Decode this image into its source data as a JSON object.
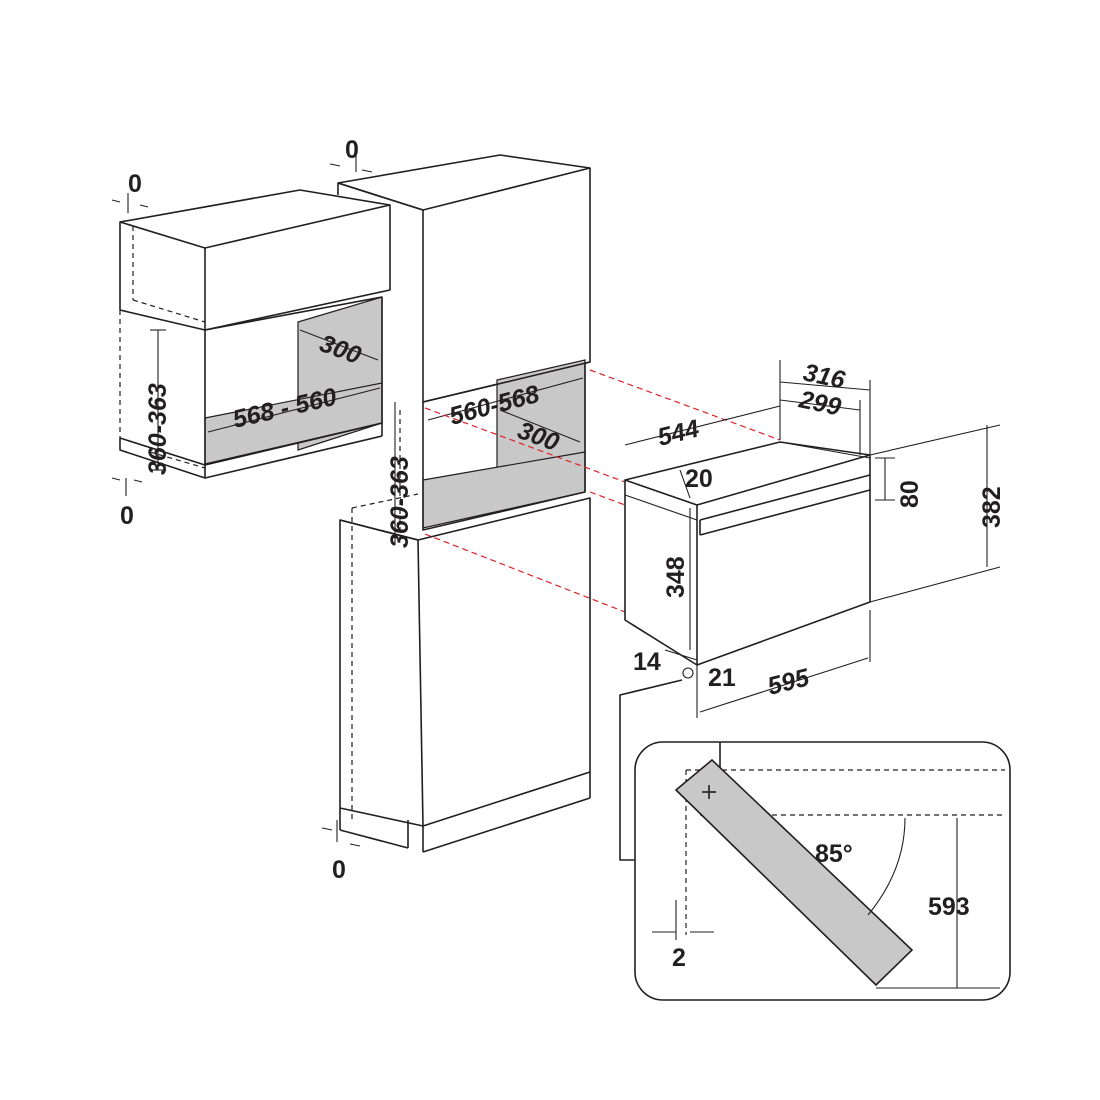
{
  "diagram": {
    "title": "",
    "dimensions": {
      "wall_cab_top_gap": "0",
      "wall_cab_bottom_gap": "0",
      "wall_cab_height": "360-363",
      "wall_cab_depth": "300",
      "wall_cab_width": "568 - 560",
      "tall_cab_top_gap": "0",
      "tall_cab_height": "360-363",
      "tall_cab_width": "560-568",
      "tall_cab_depth": "300",
      "tall_cab_bottom_gap": "0",
      "oven_depth_total": "316",
      "oven_depth_body": "299",
      "oven_body_width": "544",
      "oven_front_offset": "20",
      "oven_panel_height": "80",
      "oven_total_height": "382",
      "oven_body_height": "348",
      "oven_base_offset": "14",
      "oven_side_offset": "21",
      "oven_width": "595",
      "door_angle": "85°",
      "door_clearance": "593",
      "door_gap": "2"
    },
    "colors": {
      "line": "#231f20",
      "niche_fill": "#c8c8c8",
      "guide_red": "#e0202a"
    }
  }
}
